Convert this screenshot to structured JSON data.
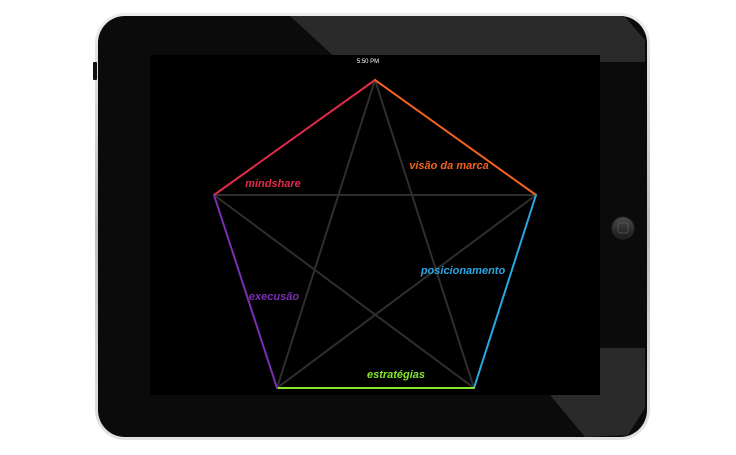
{
  "device": {
    "type": "tablet",
    "orientation": "landscape",
    "frame_color": "#0b0b0b",
    "screen_color": "#000000"
  },
  "status_bar": {
    "time": "5:50 PM"
  },
  "diagram": {
    "line_color": "#2e2e2e",
    "segments": [
      {
        "label": "mindshare",
        "color": "#e3294a"
      },
      {
        "label": "visão da marca",
        "color": "#f2621f"
      },
      {
        "label": "posicionamento",
        "color": "#2aa6e3"
      },
      {
        "label": "estratégias",
        "color": "#86e62d"
      },
      {
        "label": "execusão",
        "color": "#7a2fb3"
      }
    ]
  },
  "hardware": {
    "home_button_icon": "home-button-icon"
  }
}
